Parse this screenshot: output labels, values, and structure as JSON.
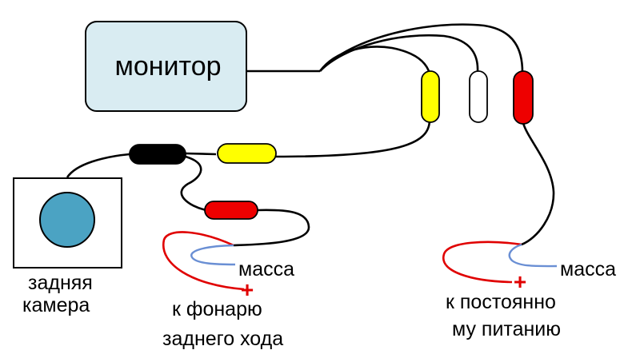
{
  "monitor": {
    "label": "монитор"
  },
  "camera": {
    "label_line1": "задняя",
    "label_line2": "камера"
  },
  "left_branch": {
    "ground_label": "масса",
    "plus_sign": "+",
    "target_line1": "к фонарю",
    "target_line2": "заднего хода"
  },
  "right_branch": {
    "ground_label": "масса",
    "plus_sign": "+",
    "target_line1": "к постоянно",
    "target_line2": "му питанию"
  },
  "colors": {
    "wire_black": "#000000",
    "wire_red": "#e00000",
    "wire_blue": "#6a8fd4",
    "plug_yellow": "#ffff00",
    "plug_red": "#ee0000",
    "plug_white": "#ffffff",
    "plug_black": "#000000",
    "monitor_fill": "#d9ecf2",
    "camera_lens": "#4ba3c3"
  }
}
